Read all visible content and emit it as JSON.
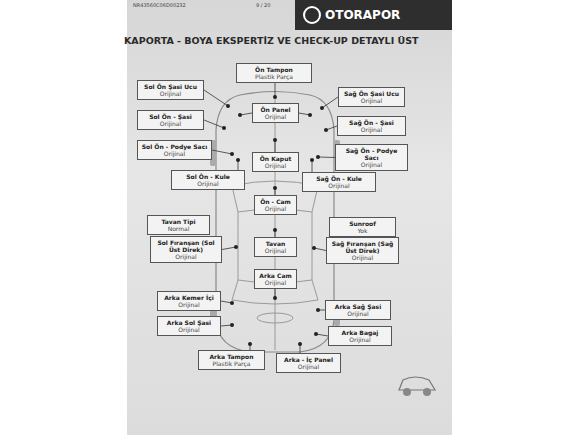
{
  "diagram": {
    "title": "KAPORTA - BOYA EKSPERTİZ VE CHECK-UP DETAYLI ÜST",
    "nodes": [
      {
        "text": [
          "Ön Tampon",
          "Plastik Parça"
        ]
      },
      {
        "text": [
          "Sol Ön Şasi Ucu",
          "Orijinal"
        ]
      },
      {
        "text": [
          "Sağ Ön Şasi Ucu",
          "Orijinal"
        ]
      },
      {
        "text": [
          "Ön Panel",
          "Orijinal"
        ]
      },
      {
        "text": [
          "Sol Ön - Şasi",
          "Orijinal"
        ]
      },
      {
        "text": [
          "Sağ Ön - Şasi",
          "Orijinal"
        ]
      },
      {
        "text": [
          "Sol Ön - Podye Sacı",
          "Orijinal"
        ]
      },
      {
        "text": [
          "Sağ Ön - Podye Sacı",
          "Orijinal"
        ]
      },
      {
        "text": [
          "Ön Kaput",
          "Orijinal"
        ]
      },
      {
        "text": [
          "Sol Ön - Kule",
          "Orijinal"
        ]
      },
      {
        "text": [
          "Sağ Ön - Kule",
          "Orijinal"
        ]
      },
      {
        "text": [
          "Ön - Cam",
          "Orijinal"
        ]
      },
      {
        "text": [
          "Tavan Tipi",
          "Normal"
        ]
      },
      {
        "text": [
          "Sunroof",
          "Yok"
        ]
      },
      {
        "text": [
          "Sol Fıranşan (Sol Üst Direk)",
          "Orijinal"
        ]
      },
      {
        "text": [
          "Tavan",
          "Orijinal"
        ]
      },
      {
        "text": [
          "Sağ Fıranşan (Sağ Üst Direk)",
          "Orijinal"
        ]
      },
      {
        "text": [
          "Arka Cam",
          "Orijinal"
        ]
      },
      {
        "text": [
          "Arka Kemer İçi",
          "Orijinal"
        ]
      },
      {
        "text": [
          "Arka Sağ Şasi",
          "Orijinal"
        ]
      },
      {
        "text": [
          "Arka Sol Şasi",
          "Orijinal"
        ]
      },
      {
        "text": [
          "Arka Bagaj",
          "Orijinal"
        ]
      },
      {
        "text": [
          "Arka Tampon",
          "Plastik Parça"
        ]
      },
      {
        "text": [
          "Arka - İç Panel",
          "Orijinal"
        ]
      }
    ],
    "labels": [
      "NR43560C06D00232",
      "9 / 20",
      "OTORAPOR"
    ]
  }
}
